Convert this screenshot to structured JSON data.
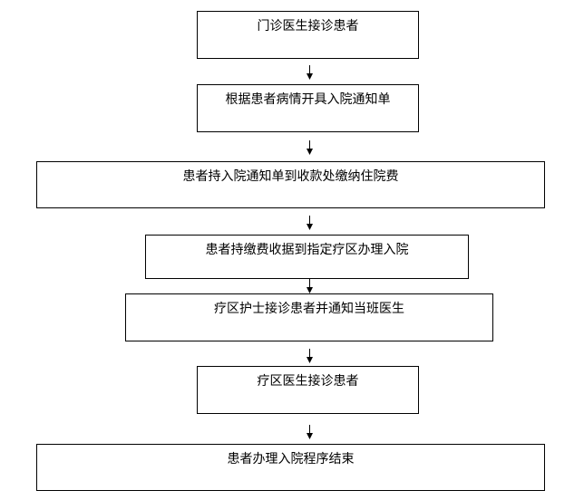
{
  "flowchart": {
    "steps": [
      "门诊医生接诊患者",
      "根据患者病情开具入院通知单",
      "患者持入院通知单到收款处缴纳住院费",
      "患者持缴费收据到指定疗区办理入院",
      "疗区护士接诊患者并通知当班医生",
      "疗区医生接诊患者",
      "患者办理入院程序结束"
    ]
  }
}
